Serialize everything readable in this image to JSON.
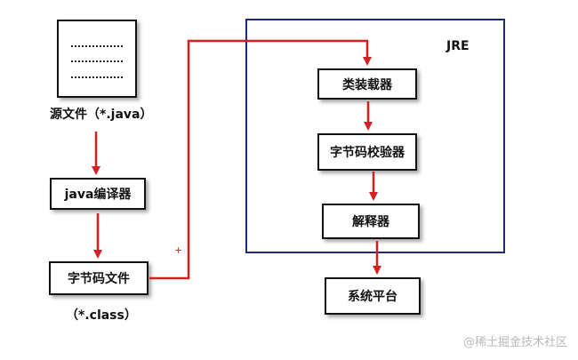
{
  "source_file": {
    "dotted_lines": [
      "...........",
      "...........",
      "..........."
    ],
    "label": "源文件（*.java）"
  },
  "left_boxes": {
    "compiler": "java编译器",
    "bytecode": "字节码文件",
    "bytecode_ext": "（*.class）"
  },
  "jre": {
    "title": "JRE",
    "class_loader": "类装载器",
    "bytecode_verifier": "字节码校验器",
    "interpreter": "解释器"
  },
  "platform": "系统平台",
  "plus_marker": "+",
  "watermark": "@稀土掘金技术社区",
  "colors": {
    "arrow": "#d42020",
    "jre_border": "#1f2a78",
    "box_border": "#111111"
  }
}
